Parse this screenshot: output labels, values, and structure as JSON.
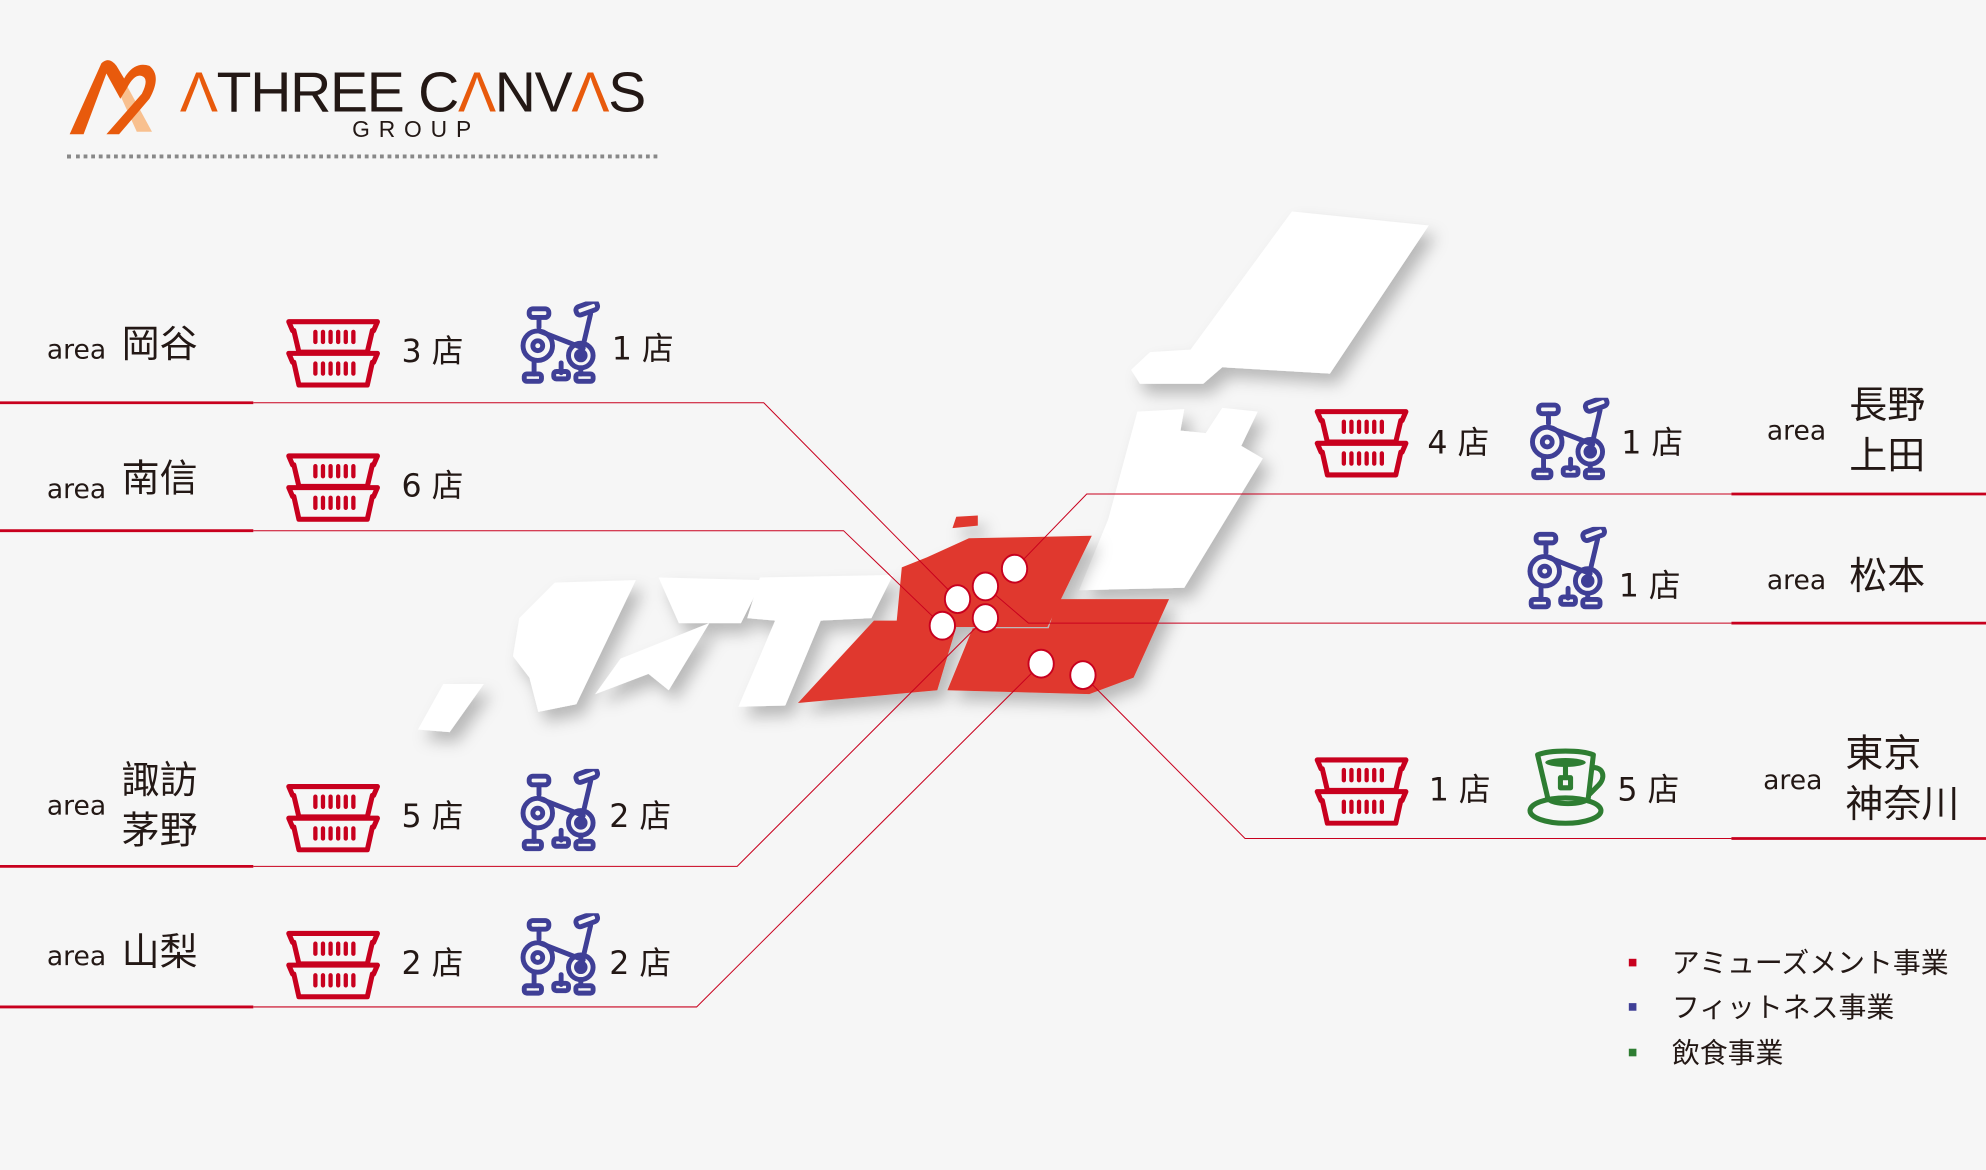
{
  "logo": {
    "name_parts": [
      "Λ",
      "THREE C",
      "Λ",
      "NV",
      "Λ",
      "S"
    ],
    "sub": "GROUP",
    "text": "ATHREE CANVAS GROUP"
  },
  "area_label": "area",
  "store_unit": "店",
  "regions": [
    {
      "name_lines": [
        "岡谷"
      ],
      "amusement": "3",
      "fitness": "1"
    },
    {
      "name_lines": [
        "南信"
      ],
      "amusement": "6"
    },
    {
      "name_lines": [
        "諏訪",
        "茅野"
      ],
      "amusement": "5",
      "fitness": "2"
    },
    {
      "name_lines": [
        "山梨"
      ],
      "amusement": "2",
      "fitness": "2"
    },
    {
      "name_lines": [
        "長野",
        "上田"
      ],
      "amusement": "4",
      "fitness": "1"
    },
    {
      "name_lines": [
        "松本"
      ],
      "fitness": "1"
    },
    {
      "name_lines": [
        "東京",
        "神奈川"
      ],
      "amusement": "1",
      "food": "5"
    }
  ],
  "legend": [
    {
      "label": "アミューズメント事業",
      "color": "#c8001e"
    },
    {
      "label": "フィットネス事業",
      "color": "#3f3f96"
    },
    {
      "label": "飲食事業",
      "color": "#2e7d32"
    }
  ],
  "colors": {
    "line": "#c8001e",
    "map_red": "#e0392e",
    "fitness": "#3f3f96",
    "food": "#2e7d32",
    "amusement": "#c8001e"
  }
}
